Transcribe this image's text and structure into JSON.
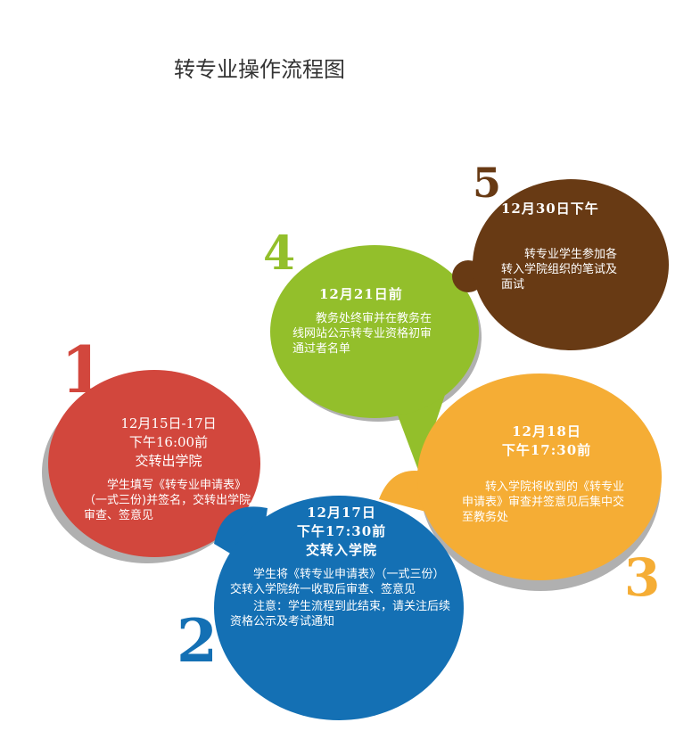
{
  "title": "转专业操作流程图",
  "colors": {
    "step1": "#d2473d",
    "step2": "#1470b4",
    "step3": "#f5ad35",
    "step4": "#93bf2b",
    "step5": "#683a14",
    "shadow": "#b0b0b0"
  },
  "steps": [
    {
      "number": "1",
      "heading": [
        "12月15日-17日",
        "下午16:00前",
        "交转出学院"
      ],
      "body": [
        "学生填写《转专业申请表》（一式三份)并签名，交转出学院审查、签意见"
      ]
    },
    {
      "number": "2",
      "heading": [
        "12月17日",
        "下午17:30前",
        "交转入学院"
      ],
      "body": [
        "学生将《转专业申请表》（一式三份）交转入学院统一收取后审查、签意见",
        "注意：学生流程到此结束，请关注后续资格公示及考试通知"
      ]
    },
    {
      "number": "3",
      "heading": [
        "12月18日",
        "下午17:30前"
      ],
      "body": [
        "转入学院将收到的《转专业申请表》审查并签意见后集中交至教务处"
      ]
    },
    {
      "number": "4",
      "heading": [
        "12月21日前"
      ],
      "body": [
        "教务处终审并在教务在线网站公示转专业资格初审通过者名单"
      ]
    },
    {
      "number": "5",
      "heading": [
        "12月30日下午"
      ],
      "body": [
        "转专业学生参加各转入学院组织的笔试及面试"
      ]
    }
  ]
}
